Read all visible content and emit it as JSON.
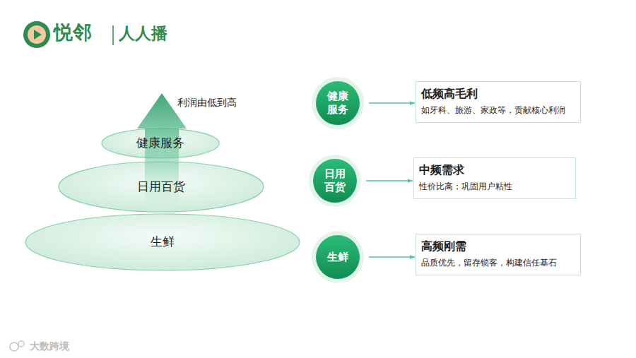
{
  "diagram": {
    "nodes": [
      {
        "text": [
          "健康服务"
        ]
      },
      {
        "text": [
          "日用百货"
        ]
      },
      {
        "text": [
          "生鲜"
        ]
      },
      {
        "text": [
          "健康服务"
        ]
      },
      {
        "text": [
          "低频高毛利",
          "如牙科、旅游、家政等，贡献核心利润"
        ]
      },
      {
        "text": [
          "日用百货"
        ]
      },
      {
        "text": [
          "中频需求",
          "性价比高；巩固用户粘性"
        ]
      },
      {
        "text": [
          "生鲜"
        ]
      },
      {
        "text": [
          "高频刚需",
          "品质优先，留存锁客，构建信任基石"
        ]
      }
    ],
    "edges": [
      {
        "from": 3,
        "to": 4,
        "arrow": "to"
      },
      {
        "from": 5,
        "to": 6,
        "arrow": "to"
      },
      {
        "from": 7,
        "to": 8,
        "arrow": "to"
      }
    ],
    "labels": [
      "悦邻",
      "人人播",
      "利润由低到高",
      "大数跨境"
    ]
  }
}
